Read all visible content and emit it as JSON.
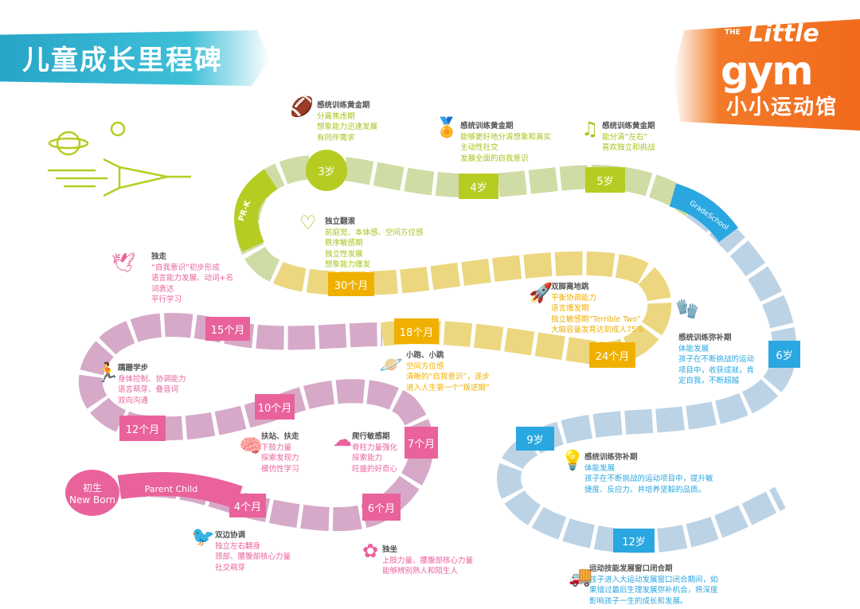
{
  "title": "儿童成长里程碑",
  "logo": {
    "the": "THE",
    "little": "Little",
    "gym": "gym",
    "cn": "小小运动馆"
  },
  "colors": {
    "pink": "#e9629c",
    "lime": "#b7cc22",
    "yellow": "#f0b000",
    "blue": "#2aa7e0",
    "orange": "#f27a28",
    "teal": "#27a5c8"
  },
  "stages": {
    "start_cn": "初生",
    "start_en": "New Born",
    "parent_child": "Parent Child",
    "prek": "PR-K",
    "gradeschool": "GradeSchool"
  },
  "milestones": [
    "4个月",
    "6个月",
    "7个月",
    "10个月",
    "12个月",
    "15个月",
    "18个月",
    "24个月",
    "30个月",
    "3岁",
    "4岁",
    "5岁",
    "6岁",
    "9岁",
    "12岁"
  ],
  "info": [
    {
      "icon": "bird-icon",
      "heading": "双边协调",
      "lines": [
        "独立左右翻身",
        "颈部、腰腹部核心力量",
        "社交萌芽"
      ]
    },
    {
      "icon": "flowers-icon",
      "heading": "独坐",
      "lines": [
        "上肢力量、腰腹部核心力量",
        "能够辨别熟人和陌生人"
      ]
    },
    {
      "icon": "crawling-icon",
      "heading": "爬行敏感期",
      "lines": [
        "脊柱力量强化",
        "探索能力",
        "旺盛的好奇心"
      ]
    },
    {
      "icon": "brain-icon",
      "heading": "扶站、扶走",
      "lines": [
        "下肢力量",
        "探索发现力",
        "模仿性学习"
      ]
    },
    {
      "icon": "running-icon",
      "heading": "蹒跚学步",
      "lines": [
        "身体控制、协调能力",
        "语言萌芽、叠音词",
        "双向沟通"
      ]
    },
    {
      "icon": "wings-icon",
      "heading": "独走",
      "lines": [
        "“自我意识”初步形成",
        "语言能力发展、动词+名",
        "词表达",
        "平行学习"
      ]
    },
    {
      "icon": "planet-icon",
      "heading": "小跑、小跳",
      "lines": [
        "空间方位感",
        "清晰的“自我意识”，逐步",
        "进入人生第一个“叛逆期”"
      ]
    },
    {
      "icon": "rocket-icon",
      "heading": "双脚离地跳",
      "lines": [
        "平衡协调能力",
        "语言爆发期",
        "独立敏感期“Terrible Two”",
        "大脑容量发育达到成人75%"
      ]
    },
    {
      "icon": "heart-icon",
      "heading": "独立翻滚",
      "lines": [
        "前庭觉、本体感、空间方位感",
        "秩序敏感期",
        "独立性发展",
        "想象能力爆发"
      ]
    },
    {
      "icon": "football-icon",
      "heading": "感统训练黄金期",
      "lines": [
        "分离焦虑期",
        "想象能力迅速发展",
        "有同伴需求"
      ]
    },
    {
      "icon": "award-icon",
      "heading": "感统训练黄金期",
      "lines": [
        "能够更好地分清想象和真实",
        "主动性社交",
        "发展全面的自我意识"
      ]
    },
    {
      "icon": "music-note-icon",
      "heading": "感统训练黄金期",
      "lines": [
        "能分清“左右”",
        "喜欢独立和挑战"
      ]
    },
    {
      "icon": "gloves-icon",
      "heading": "感统训练弥补期",
      "lines": [
        "体能发展",
        "孩子在不断挑战的运动",
        "项目中，收获成就，肯",
        "定自我，不断超越"
      ]
    },
    {
      "icon": "head-idea-icon",
      "heading": "感统训练弥补期",
      "lines": [
        "体能发展",
        "孩子在不断挑战的运动项目中，提升敏",
        "捷度、反应力、并培养坚毅的品质。"
      ]
    },
    {
      "icon": "truck-icon",
      "heading": "运动技能发展窗口闭合期",
      "lines": [
        "孩子进入大运动发展窗口闭合期间，如",
        "果错过最后生理发展弥补机会，将深度",
        "影响孩子一生的成长和发展。"
      ]
    }
  ]
}
